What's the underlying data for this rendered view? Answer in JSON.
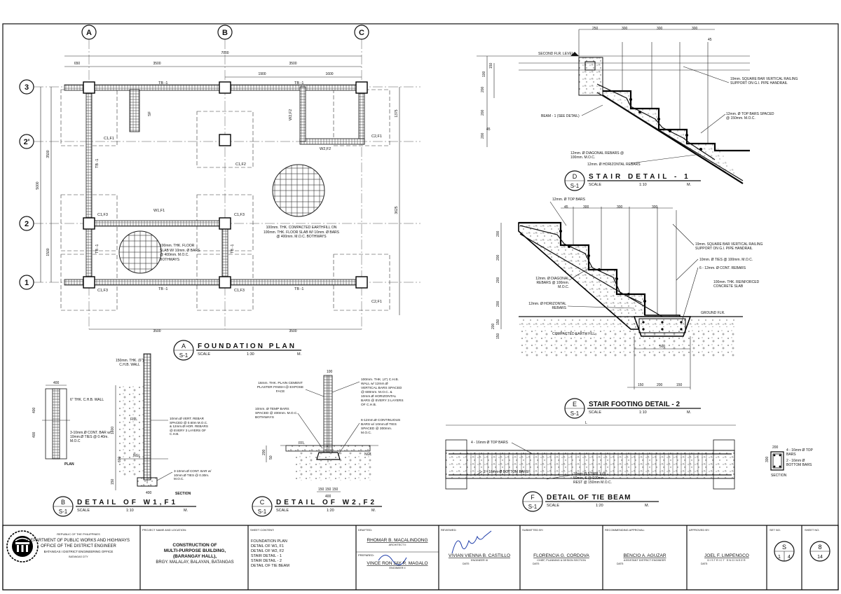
{
  "grid": {
    "cols": [
      "A",
      "B",
      "C"
    ],
    "rows": [
      "3",
      "2'",
      "2",
      "1"
    ],
    "top_dims": [
      "7000",
      "650",
      "3500",
      "3500",
      "1900",
      "1600"
    ],
    "left_dims": [
      "5000",
      "3500",
      "1500"
    ],
    "right_dims": [
      "1375",
      "3625"
    ],
    "bottom_dims": [
      "3500",
      "3500"
    ],
    "labels": {
      "tb1": "TB -1",
      "c1f1": "C1,F1",
      "c1f2": "C1,F2",
      "c2f1": "C2,F1",
      "c1f3": "C1,F3",
      "w1f1": "W1,F1",
      "w2f2": "W2,F2",
      "sf": "SF",
      "slab1": "100mm. THK. COMPACTED EARTHFILL ON 100mm. THK. FLOOR SLAB W/ 10mm. Ø BARS @ 400mm. M.O.C. BOTHWAYS",
      "slab2": "100mm. THK. FLOOR SLAB W/ 10mm. Ø BARS @ 400mm. M.O.C. BOTHWAYS"
    }
  },
  "titles": {
    "a": {
      "letter": "A",
      "sheet": "S-1",
      "name": "FOUNDATION PLAN",
      "scale_label": "SCALE",
      "scale": "1:30",
      "unit": "M."
    },
    "b": {
      "letter": "B",
      "sheet": "S-1",
      "name": "DETAIL OF W1,F1",
      "scale_label": "SCALE",
      "scale": "1:10",
      "unit": "M."
    },
    "c": {
      "letter": "C",
      "sheet": "S-1",
      "name": "DETAIL OF W2,F2",
      "scale_label": "SCALE",
      "scale": "1:20",
      "unit": "M."
    },
    "d": {
      "letter": "D",
      "sheet": "S-1",
      "name": "STAIR DETAIL - 1",
      "scale_label": "SCALE",
      "scale": "1:10",
      "unit": "M."
    },
    "e": {
      "letter": "E",
      "sheet": "S-1",
      "name": "STAIR FOOTING DETAIL - 2",
      "scale_label": "SCALE",
      "scale": "1:10",
      "unit": "M."
    },
    "f": {
      "letter": "F",
      "sheet": "S-1",
      "name": "DETAIL OF TIE BEAM",
      "scale_label": "SCALE",
      "scale": "1:20",
      "unit": "M."
    }
  },
  "stair1": {
    "dims": [
      "250",
      "300",
      "300",
      "300",
      "45",
      "100",
      "150",
      "200",
      "200",
      "200",
      "45"
    ],
    "notes": [
      "SECOND FLR. LEVEL",
      "BEAM - 1 (SEE DETAIL)",
      "19mm. SQUARE BAR VERTICAL RAILING SUPPORT ON G.I. PIPE HANDRAIL",
      "12mm. Ø TOP BARS SPACED @ 150mm. M.O.C.",
      "12mm. Ø DIAGONAL REBARS @ 100mm. M.O.C.",
      "12mm. Ø HORIZONTAL REBARS"
    ]
  },
  "stair2": {
    "dims": [
      "45",
      "300",
      "300",
      "300",
      "200",
      "200",
      "200",
      "200",
      "200",
      "150",
      "150",
      "500",
      "150",
      "200",
      "150"
    ],
    "notes": [
      "12mm. Ø TOP BARS",
      "19mm. SQUARE BAR VERTICAL RAILING SUPPORT ON G.I. PIPE HANDRAIL",
      "10mm. Ø TIES @ 100mm. M.O.C.",
      "6 - 12mm. Ø CONT. REBARS",
      "100mm. THK. REINFORCED CONCRETE SLAB",
      "12mm. Ø DIAGONAL REBARS @ 100mm. M.O.C.",
      "12mm. Ø HORIZONTAL REBARS",
      "GROUND FLR.",
      "COMPACTED EARTH FILL"
    ]
  },
  "w1": {
    "dims": [
      "400",
      "400",
      "400",
      "1600",
      "600",
      "150",
      "400"
    ],
    "notes": [
      "150mm. THK. (6\") C.H.B. WALL",
      "6\" THK. C.H.B. WALL",
      "10mm.Ø VERT. REBAR SPACED @ 0.60m M.O.C. & 12mm.Ø HOR. REBARS @ EVERY 3 LAYERS OF C.H.B.",
      "3-10mm.Ø CONT. BAR w/ 10mm.Ø TIES @ 0.40m. M.O.C",
      "3-10mm.Ø CONT. BAR w/ 10mm.Ø TIES @ 0.30m. M.O.C.",
      "FILL",
      "NGL",
      "PLAN",
      "SECTION"
    ]
  },
  "w2": {
    "dims": [
      "100",
      "200",
      "50",
      "150",
      "150",
      "150",
      "400"
    ],
    "notes": [
      "16mm. THK. PLAIN CEMENT PLASTER FINISH @ EXPOSE FACE",
      "10mm. Ø TEMP BARS SPACED @ 400mm. M.O.C. BOTHWAYS",
      "100mm. THK. (4\") C.H.B. WALL w/ 12mm.Ø VERTICAL BARS SPACED @ 600mm. M.O.C. & 10mm.Ø HORIZONTAL BARS @ EVERY 3 LAYERS OF C.H.B.",
      "6-12mm.Ø CONTINUOUS BARS w/ 10mm.Ø TIES SPACED @ 300mm. M.O.C.",
      "FFL",
      "NGL"
    ]
  },
  "tiebeam": {
    "dims": [
      "L",
      "200",
      "300"
    ],
    "notes": [
      "4 - 16mm Ø TOP BARS",
      "2 - 16mm Ø BOTTOM BARS",
      "10mm Ø STIRR 1 @ 50mm, 6 @ 100mm , REST @ 150mm M.O.C.",
      "4 - 16mm Ø TOP BARS",
      "2 - 16mm Ø BOTTOM BARS",
      "SECTION"
    ]
  },
  "titleblock": {
    "agency_small": "REPUBLIC OF THE PHILIPPINES",
    "agency": "DEPARTMENT OF PUBLIC WORKS AND HIGHWAYS",
    "office": "OFFICE OF THE DISTRICT ENGINEER",
    "district": "BATANGAS I DISTRICT ENGINEERING OFFICE",
    "city": "BATANGAS CITY",
    "project_label": "PROJECT NAME AND LOCATION:",
    "project1": "CONSTRUCTION OF",
    "project2": "MULTI-PURPOSE BUILDING,",
    "project3": "(BARANGAY HALL),",
    "project4": "BRGY. MALALAY, BALAYAN, BATANGAS",
    "content_label": "SHEET CONTENT:",
    "content": [
      "FOUNDATION PLAN",
      "DETAIL OF W1, F1",
      "DETAIL OF W2, F2",
      "STAIR DETAIL - 1",
      "STAIR DETAIL - 2",
      "DETAIL OF TIE BEAM"
    ],
    "drafted_label": "DRAFTED:",
    "drafted_name": "RHOMAR B. MACALINDONG",
    "drafted_title": "ARCHITECT II",
    "prepared_label": "PREPARED:",
    "prepared_name": "VINCE RON JAY R. MAGALO",
    "prepared_title": "ENGINEER II",
    "reviewed_label": "REVIEWED:",
    "reviewed_name": "VIVIAN VIENNA B. CASTILLO",
    "reviewed_title": "ENGINEER III",
    "submitted_label": "SUBMITTED BY:",
    "submitted_name": "FLORENCIA G. CORDOVA",
    "submitted_title": "CHIEF, PLANNING & DESIGN SECTION",
    "recommending_label": "RECOMMENDING APPROVAL:",
    "recommending_name": "BENCIO A. AGUZAR",
    "recommending_title": "ASSISTANT DISTRICT ENGINEER",
    "approved_label": "APPROVED BY:",
    "approved_name": "JOEL F. LIMPENGCO",
    "approved_title": "DISTRICT ENGINEER",
    "date_label": "DATE:",
    "set_label": "SET NO.",
    "set_letter": "S",
    "set_num": "1",
    "set_total": "4",
    "sheet_label": "SHEET NO.",
    "sheet_num": "8",
    "sheet_total": "14"
  }
}
